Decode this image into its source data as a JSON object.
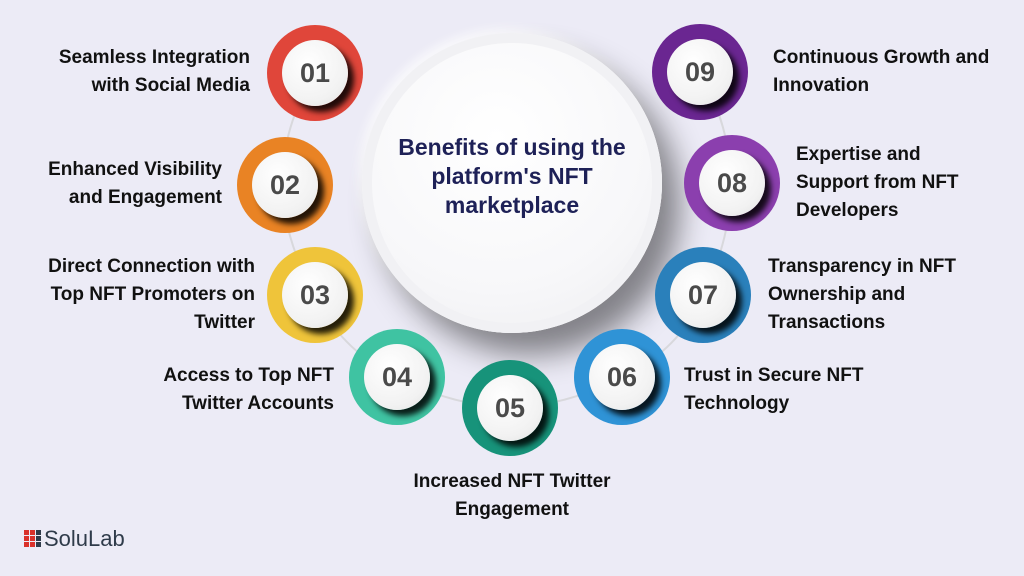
{
  "title": "Benefits of using the platform's NFT marketplace",
  "items": [
    {
      "num": "01",
      "label": "Seamless Integration with Social Media",
      "color": "#e0463a"
    },
    {
      "num": "02",
      "label": "Enhanced Visibility and Engagement",
      "color": "#e98324"
    },
    {
      "num": "03",
      "label": "Direct Connection with Top NFT Promoters on Twitter",
      "color": "#efc43a"
    },
    {
      "num": "04",
      "label": "Access to Top NFT Twitter Accounts",
      "color": "#3fc3a2"
    },
    {
      "num": "05",
      "label": "Increased NFT Twitter Engagement",
      "color": "#17937a"
    },
    {
      "num": "06",
      "label": "Trust in Secure NFT Technology",
      "color": "#2f93d6"
    },
    {
      "num": "07",
      "label": "Transparency in NFT Ownership and Transactions",
      "color": "#2a80bb"
    },
    {
      "num": "08",
      "label": "Expertise and Support from NFT Developers",
      "color": "#8b3fae"
    },
    {
      "num": "09",
      "label": "Continuous Growth and Innovation",
      "color": "#6a2691"
    }
  ],
  "logo": {
    "text": "SoluLab"
  }
}
